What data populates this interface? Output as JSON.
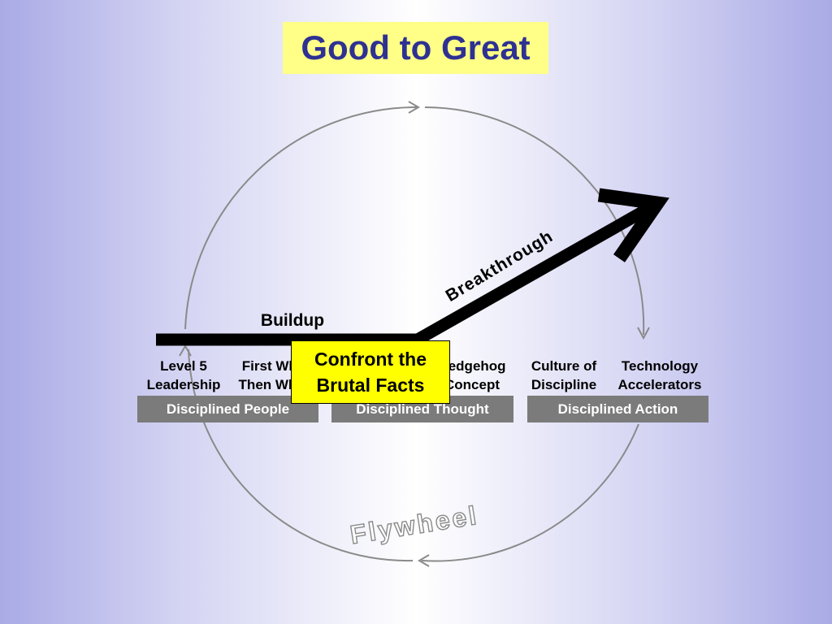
{
  "title": "Good to Great",
  "buildup_label": "Buildup",
  "breakthrough_label": "Breakthrough",
  "stages": {
    "level5": [
      "Level 5",
      "Leadership"
    ],
    "first_who": [
      "First Who",
      "Then What"
    ],
    "hedgehog": [
      "Hedgehog",
      "Concept"
    ],
    "culture": [
      "Culture of",
      "Discipline"
    ],
    "technology": [
      "Technology",
      "Accelerators"
    ]
  },
  "groups": {
    "people": "Disciplined People",
    "thought": "Disciplined Thought",
    "action": "Disciplined Action"
  },
  "confront": [
    "Confront the",
    "Brutal Facts"
  ],
  "flywheel_label": "Flywheel",
  "colors": {
    "title_text": "#2e3192",
    "title_bg": "#ffff88",
    "highlight": "#ffff00",
    "bar": "#7b7b7b",
    "circle": "#8a8a8a"
  },
  "icons": {
    "flow": "arrow-right-icon"
  }
}
